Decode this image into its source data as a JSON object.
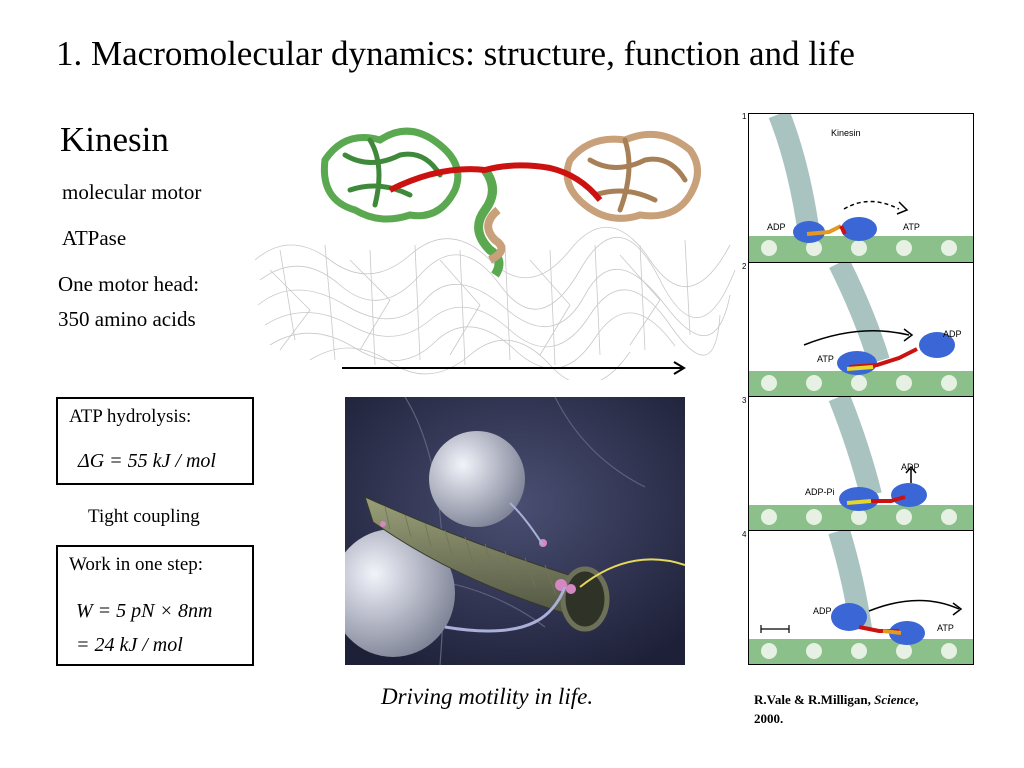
{
  "title": "1. Macromolecular dynamics: structure, function and life",
  "kinesin": {
    "heading": "Kinesin",
    "props": [
      "molecular motor",
      "ATPase",
      "One motor head:",
      "350 amino acids"
    ]
  },
  "hydrolysis_box": {
    "heading": "ATP hydrolysis:",
    "equation": "ΔG = 55 kJ / mol"
  },
  "coupling": "Tight coupling",
  "work_box": {
    "heading": "Work in one step:",
    "line1": "W = 5 pN × 8nm",
    "line2": "= 24 kJ / mol"
  },
  "caption": "Driving motility in life.",
  "reference": {
    "authors": "R.Vale & R.Milligan,",
    "journal": "Science",
    "year": "2000."
  },
  "panels": [
    {
      "number": "1",
      "labels": {
        "title": "Kinesin",
        "left": "ADP",
        "right": "ATP"
      }
    },
    {
      "number": "2",
      "labels": {
        "left": "ATP",
        "right": "ADP"
      }
    },
    {
      "number": "3",
      "labels": {
        "left": "ADP-Pi",
        "right": "ADP"
      }
    },
    {
      "number": "4",
      "labels": {
        "left": "ADP",
        "right": "ATP"
      }
    }
  ],
  "colors": {
    "helix_green": "#5aa84f",
    "helix_tan": "#c8a07a",
    "linker_red": "#cc1111",
    "head_blue": "#3a66d6",
    "microtubule_green": "#8cc08a"
  }
}
